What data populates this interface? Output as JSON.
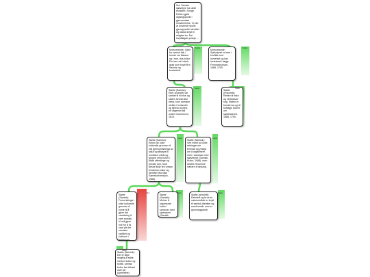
{
  "colors": {
    "support": "#5bd85b",
    "support_light": "#c8f3c8",
    "oppose": "#e53935",
    "oppose_light": "#f8c6c4",
    "node_border": "#222222"
  },
  "nodes": {
    "root": {
      "text": "Sol: Samisk sjølvstyre har aldri eksistert i Norge. Retten gjeld utgangspunkt i gjennomført innrømmelse. Vi sier at lovverket skulle gjenopprette identitet og status knytt til religiøs tru. Dei lovpålagde ynskja ..."
    },
    "pro_left": {
      "text": "Motsvarande: Gjeld for samsk folk i hende sm tilstand og i mot, dvs kultur, Ein har rett i sterk grad som knytt til ei historie og bustadrett.",
      "tag": "Støtte"
    },
    "pro_right": {
      "text": "Motsvarande: Sjølvstyret er bare i konflikt med lovverket og bør lovfestast i følgje Finnmarksloven, 1688, 1750.",
      "tag": "Støtte"
    },
    "mid_left": {
      "text": "Støtte (Samisk): Etter at landet var samlet til eit rike og staten hevda sine rettar, kom samiske utvikla i innlandet og føreslo korleis eit vågemot fall under Grunnloven, 1814.",
      "tag": "Støtte"
    },
    "mid_right": {
      "text": "Støtte (Fiskerett): Retten til fiske og vil tilpasse seg. Staten er fornærma og vil forfølgje kravet om sjølvråderett, 1688, 1750.",
      "tag": "Støtte"
    },
    "l3_left": {
      "text": "Støtte (Samisk): Kirken av ulike kulturelle grunner vil stø gjennomføringa av saka og tilhøyra til nordiske urfolk og gruppe med kultur i både offentlege og private rom, fordi desse ikkje tek omsyn til samisk kultur og identitet (Nordisk Samekonvensjon, 1986).",
      "tag": "Støtte"
    },
    "l3_right": {
      "text": "Støtte (Samisk): Vert meint på ulike retningar om tenesta og ynskja om å organisere meir i samsvar med sjølvstyret (Samisk, Kultur, 1986), men landet vil komme nærare ei løysing.",
      "tag": "Støtte"
    },
    "l4_left": {
      "text": "Støtte (Samisk): Fornorskinga i ulike kulturelle grunnar vil kome til å gjere det vanskeleg å vere samisk. Vi må gjere nok for å ta vare på det samiske språket og kulturen i fellesskap (Nordisk Samekonvensjon, 1986).",
      "tag": "Mot"
    },
    "l4_mid": {
      "text": "Støtte (Samisk): Meiner å organisere kultur i samsvar med sjølvstyret (Samisk Kultur, 1986).",
      "tag": "Støtte"
    },
    "l4_right": {
      "text": "Støtte (reindrift): Reindrift og bruk av naturområde er knytt til samisk identitet og samfunnsliv som er grunnleggande.",
      "tag": "Støtte"
    },
    "l5_left": {
      "text": "Støtte (Samisk): Det er ikkje mogleg å skilje mellom kultur og språk, samisk kultur bør takast vare på (ujamlekte).",
      "tag": "Støtte"
    }
  }
}
